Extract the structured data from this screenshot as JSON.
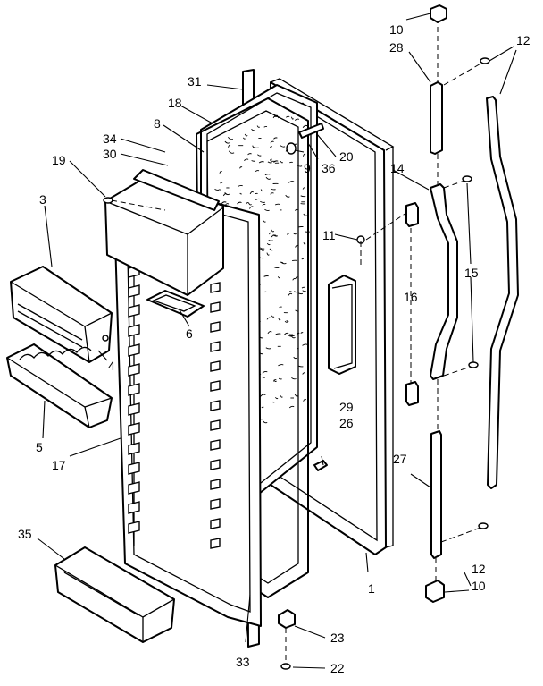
{
  "diagram": {
    "callouts": [
      {
        "id": "c10a",
        "text": "10"
      },
      {
        "id": "c28",
        "text": "28"
      },
      {
        "id": "c12a",
        "text": "12"
      },
      {
        "id": "c31",
        "text": "31"
      },
      {
        "id": "c18",
        "text": "18"
      },
      {
        "id": "c8",
        "text": "8"
      },
      {
        "id": "c34",
        "text": "34"
      },
      {
        "id": "c30",
        "text": "30"
      },
      {
        "id": "c19",
        "text": "19"
      },
      {
        "id": "c9",
        "text": "9"
      },
      {
        "id": "c36",
        "text": "36"
      },
      {
        "id": "c20",
        "text": "20"
      },
      {
        "id": "c14",
        "text": "14"
      },
      {
        "id": "c3",
        "text": "3"
      },
      {
        "id": "c11",
        "text": "11"
      },
      {
        "id": "c15",
        "text": "15"
      },
      {
        "id": "c16",
        "text": "16"
      },
      {
        "id": "c6",
        "text": "6"
      },
      {
        "id": "c4",
        "text": "4"
      },
      {
        "id": "c5",
        "text": "5"
      },
      {
        "id": "c29",
        "text": "29"
      },
      {
        "id": "c26",
        "text": "26"
      },
      {
        "id": "c17",
        "text": "17"
      },
      {
        "id": "c27",
        "text": "27"
      },
      {
        "id": "c35",
        "text": "35"
      },
      {
        "id": "c12b",
        "text": "12"
      },
      {
        "id": "c10b",
        "text": "10"
      },
      {
        "id": "c1",
        "text": "1"
      },
      {
        "id": "c23",
        "text": "23"
      },
      {
        "id": "c33",
        "text": "33"
      },
      {
        "id": "c22",
        "text": "22"
      }
    ]
  }
}
